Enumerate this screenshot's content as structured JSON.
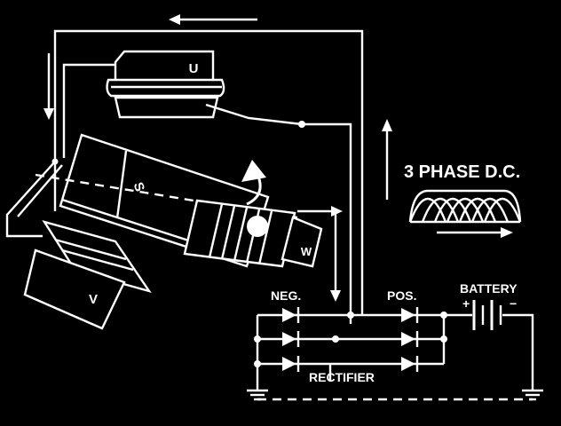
{
  "diagram": {
    "heading": "3 PHASE D.C.",
    "coil_labels": {
      "u": "U",
      "v": "V",
      "w": "W"
    },
    "rotor_label": "S",
    "diode_labels": {
      "neg": "NEG.",
      "pos": "POS."
    },
    "battery_label": "BATTERY",
    "battery_plus": "+",
    "battery_minus": "−",
    "rectifier_label": "RECTIFIER"
  },
  "colors": {
    "background": "#000000",
    "foreground": "#ffffff"
  }
}
